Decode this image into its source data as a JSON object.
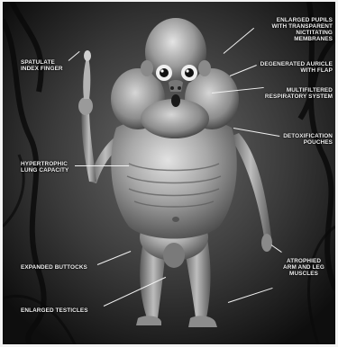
{
  "labels": {
    "enlarged_pupils": "ENLARGED PUPILS\nWITH TRANSPARENT\nNICTITATING MEMBRANES",
    "spatulate_finger": "SPATULATE\nINDEX FINGER",
    "degenerated_auricle": "DEGENERATED AURICLE\nWITH FLAP",
    "respiratory_system": "MULTIFILTERED\nRESPIRATORY SYSTEM",
    "detoxification_pouches": "DETOXIFICATION\nPOUCHES",
    "lung_capacity": "HYPERTROPHIC\nLUNG CAPACITY",
    "atrophied_muscles": "ATROPHIED\nARM AND LEG\nMUSCLES",
    "expanded_buttocks": "EXPANDED BUTTOCKS",
    "enlarged_testicles": "ENLARGED TESTICLES"
  },
  "colors": {
    "background": "#1b1b1b",
    "skin_light": "#c8c8c8",
    "skin_dark": "#5a5a5a",
    "label_text": "#f2f2f2"
  }
}
